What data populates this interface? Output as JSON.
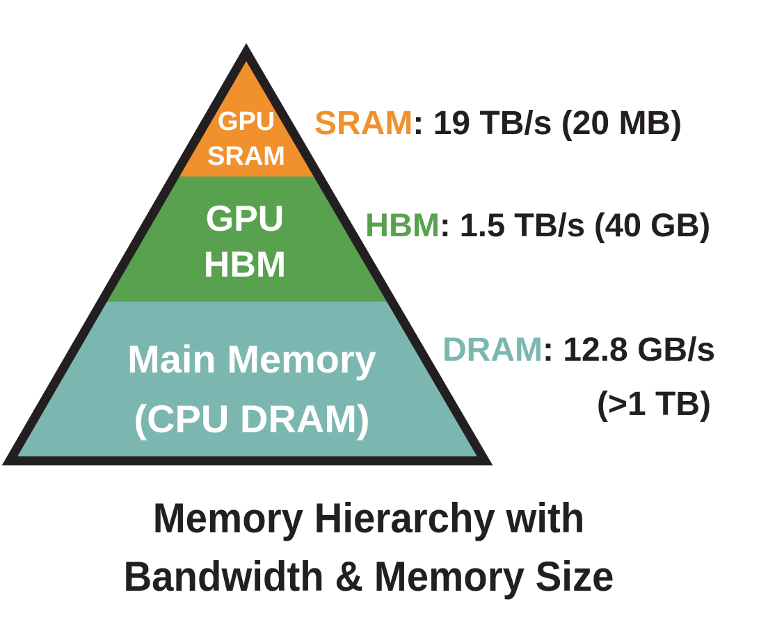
{
  "title": {
    "line1": "Memory Hierarchy with",
    "line2": "Bandwidth & Memory Size"
  },
  "pyramid": {
    "outline_color": "#231F20",
    "tiers": [
      {
        "id": "gpu-sram",
        "label_line1": "GPU",
        "label_line2": "SRAM",
        "color": "#F0912D",
        "bandwidth": "19 TB/s",
        "size": "20 MB"
      },
      {
        "id": "gpu-hbm",
        "label_line1": "GPU",
        "label_line2": "HBM",
        "color": "#58A14F",
        "bandwidth": "1.5 TB/s",
        "size": "40 GB"
      },
      {
        "id": "main-memory",
        "label_line1": "Main Memory",
        "label_line2": "(CPU DRAM)",
        "color": "#7BB7B0",
        "bandwidth": "12.8 GB/s",
        "size": ">1 TB"
      }
    ]
  },
  "annotations": {
    "sram": {
      "name": "SRAM",
      "detail": ": 19 TB/s (20 MB)",
      "color": "#F0912D"
    },
    "hbm": {
      "name": "HBM",
      "detail": ": 1.5 TB/s (40 GB)",
      "color": "#58A14F"
    },
    "dram": {
      "name": "DRAM",
      "detail": ": 12.8 GB/s",
      "detail_line2": "(>1 TB)",
      "color": "#7BB7B0"
    }
  },
  "text_colors": {
    "tier_text": "#FFFFFF",
    "body_text": "#231F20"
  }
}
